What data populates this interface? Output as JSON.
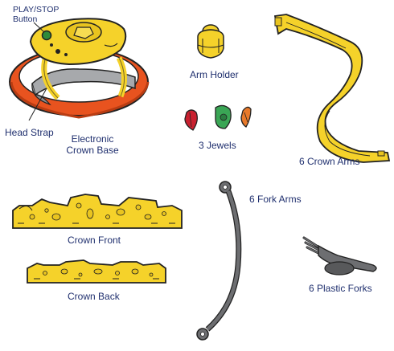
{
  "labels": {
    "play_stop_button": [
      "PLAY/STOP",
      "Button"
    ],
    "head_strap": "Head Strap",
    "electronic_crown_base": [
      "Electronic",
      "Crown Base"
    ],
    "arm_holder": "Arm Holder",
    "jewels": "3 Jewels",
    "crown_arms": "6 Crown Arms",
    "fork_arms": "6 Fork Arms",
    "crown_front": "Crown Front",
    "crown_back": "Crown Back",
    "plastic_forks": "6 Plastic Forks"
  },
  "colors": {
    "outline": "#222222",
    "plastic_yellow": "#f5d22a",
    "crown_base_orange": "#e8531f",
    "strap_gray": "#a7a9ac",
    "fork_gray": "#6d6e71",
    "jewel_red": "#c9202f",
    "jewel_green": "#3aa655",
    "jewel_orange": "#e8792a",
    "button_green": "#2e8b3a",
    "label_navy": "#1f2f6e"
  }
}
